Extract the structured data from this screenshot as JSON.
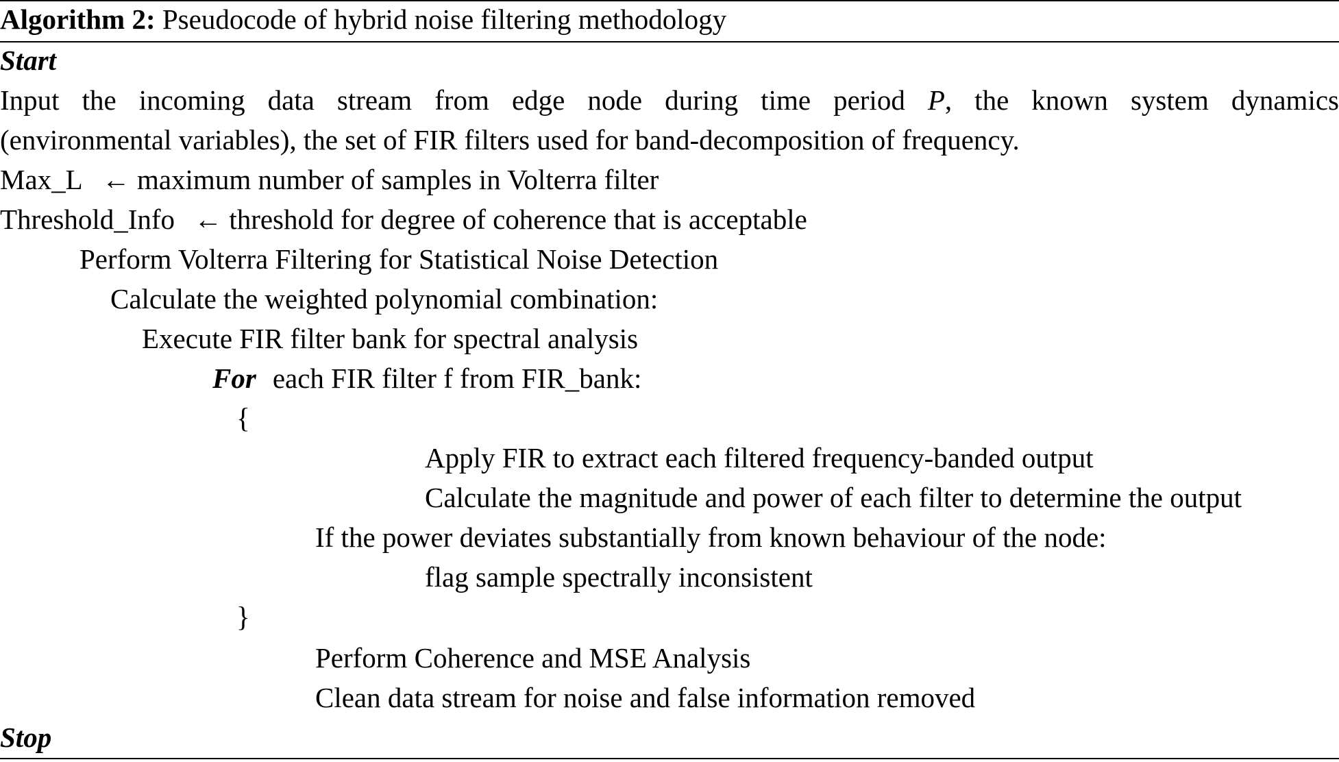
{
  "algorithm": {
    "title_label": "Algorithm 2:",
    "title_text": "Pseudocode of hybrid noise filtering methodology",
    "start": "Start",
    "input_line1_a": "Input the incoming data stream from edge node during time period",
    "input_line1_var": "P",
    "input_line1_b": ", the known system dynamics",
    "input_line2": "(environmental variables), the set of FIR filters used for band-decomposition of frequency.",
    "max_l_name": "Max_L",
    "max_l_desc": "← maximum number of samples in Volterra  filter",
    "threshold_name": "Threshold_Info",
    "threshold_desc": "← threshold for degree of coherence that is acceptable",
    "volterra": "Perform Volterra Filtering for Statistical Noise Detection",
    "weighted": "Calculate the weighted polynomial combination:",
    "fir_bank": "Execute FIR filter bank for spectral analysis",
    "for_kw": "For",
    "for_text": "each FIR filter f from FIR_bank:",
    "open_brace": "{",
    "apply_fir": "Apply FIR to extract each filtered frequency-banded output",
    "calc_mag": "Calculate the magnitude and power of each filter to determine the output",
    "if_power": "If the power deviates substantially from known behaviour  of the node:",
    "flag": "flag sample spectrally inconsistent",
    "close_brace": "}",
    "coherence": "Perform Coherence and MSE Analysis",
    "clean": "Clean data stream for noise and false information removed",
    "stop": "Stop"
  }
}
